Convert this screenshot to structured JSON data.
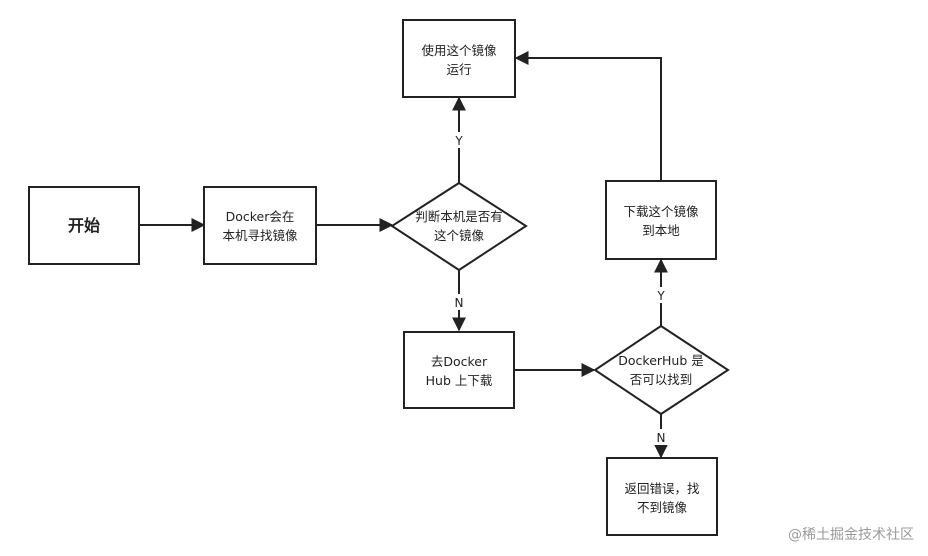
{
  "nodes": {
    "start": "开始",
    "docker_search": [
      "Docker会在",
      "本机寻找镜像"
    ],
    "local_decision": [
      "判断本机是否有",
      "这个镜像"
    ],
    "run_image": [
      "使用这个镜像",
      "运行"
    ],
    "hub_download": [
      "去Docker",
      "Hub 上下载"
    ],
    "hub_decision": [
      "DockerHub 是",
      "否可以找到"
    ],
    "download_to_local": [
      "下载这个镜像",
      "到本地"
    ],
    "return_error": [
      "返回错误，找",
      "不到镜像"
    ]
  },
  "edge_labels": {
    "local_yes": "Y",
    "local_no": "N",
    "hub_yes": "Y",
    "hub_no": "N"
  },
  "watermark": "@稀土掘金技术社区"
}
